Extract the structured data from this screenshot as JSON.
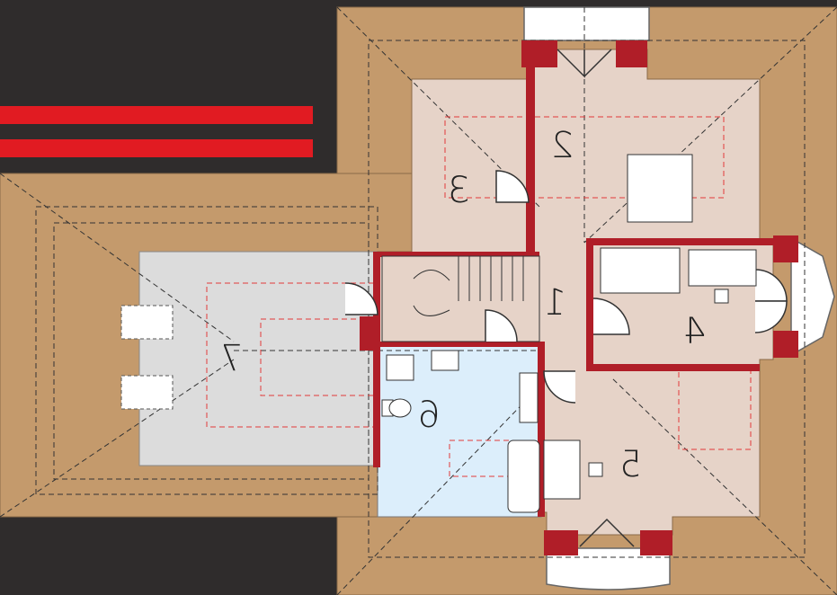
{
  "colors": {
    "background": "#2f2c2c",
    "accent_stripe": "#e11b22",
    "roof": "#c49a6c",
    "roof_edge": "#8a6a48",
    "room_floor": "#e6d3c8",
    "garage_floor": "#dcdcdc",
    "bathroom_floor": "#dceefb",
    "bay_glass": "#ffffff",
    "wall": "#b01e28",
    "dashed_red": "#e23a3a",
    "dashed_dark": "#333333"
  },
  "rooms": [
    {
      "id": "1",
      "label": "1"
    },
    {
      "id": "2",
      "label": "2"
    },
    {
      "id": "3",
      "label": "3"
    },
    {
      "id": "4",
      "label": "4"
    },
    {
      "id": "5",
      "label": "5"
    },
    {
      "id": "6",
      "label": "6"
    },
    {
      "id": "7",
      "label": "7"
    }
  ],
  "icons": [
    "staircase-icon",
    "door-swing-icon",
    "window-icon",
    "bathtub-icon",
    "toilet-icon",
    "sink-icon",
    "desk-icon",
    "bed-icon",
    "chimney-icon"
  ]
}
